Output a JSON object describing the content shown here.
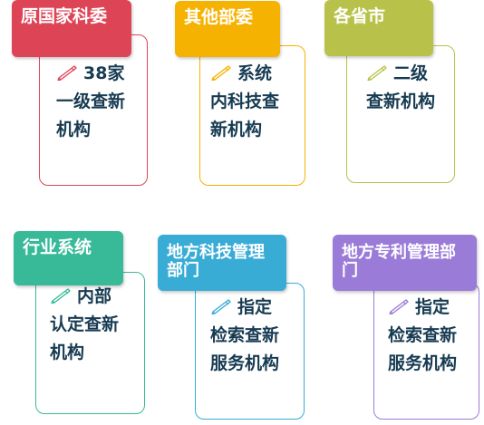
{
  "cards": [
    {
      "id": "c1",
      "title": "原国家科委",
      "text": "38家一级查新机构",
      "color": "#dd4557"
    },
    {
      "id": "c2",
      "title": "其他部委",
      "text": "系统内科技查新机构",
      "color": "#f6b201"
    },
    {
      "id": "c3",
      "title": "各省市",
      "text": "二级查新机构",
      "color": "#b8c24b"
    },
    {
      "id": "c4",
      "title": "行业系统",
      "text": "内部认定查新机构",
      "color": "#38ba99"
    },
    {
      "id": "c5",
      "title": "地方科技管理部门",
      "text": "指定检索查新服务机构",
      "color": "#39acd6"
    },
    {
      "id": "c6",
      "title": "地方专利管理部门",
      "text": "指定检索查新服务机构",
      "color": "#9b7bd8"
    }
  ],
  "icons": {
    "bullet": "pen-icon"
  }
}
